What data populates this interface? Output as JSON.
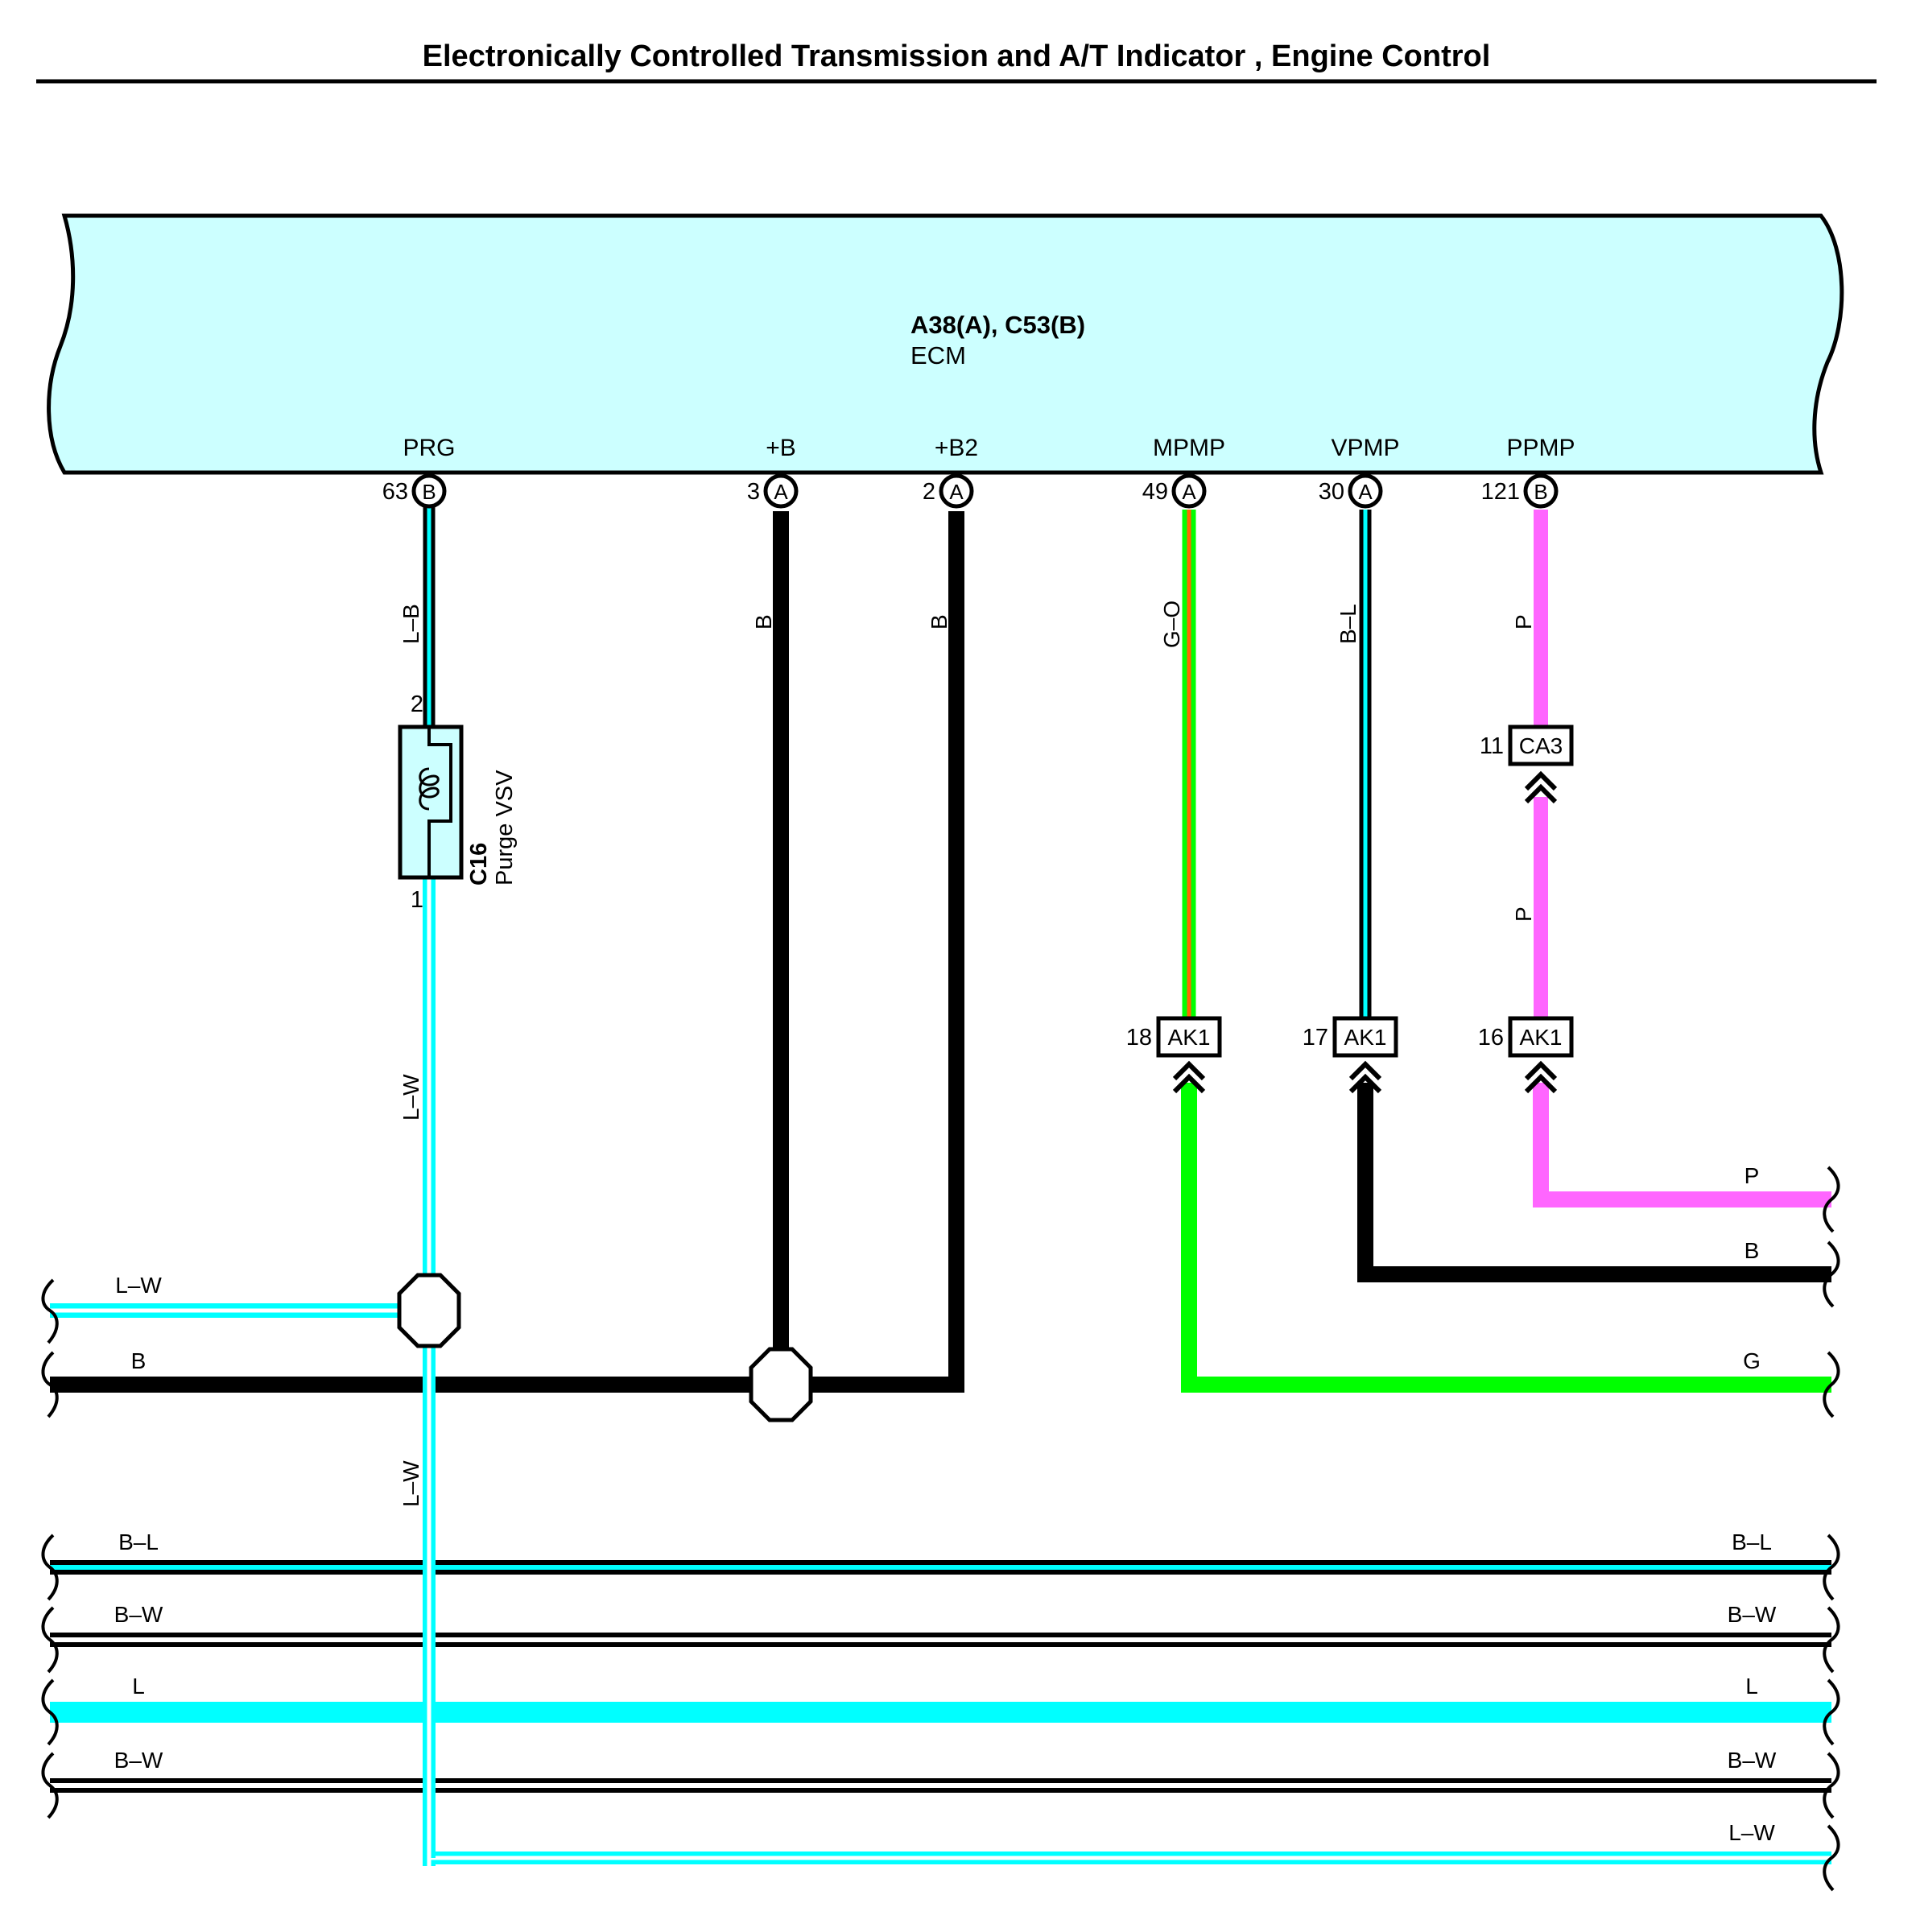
{
  "title": "Electronically Controlled Transmission and A/T Indicator , Engine Control",
  "ecm": {
    "ref": "A38(A), C53(B)",
    "name": "ECM",
    "fill_color": "#ccffff"
  },
  "pins": [
    {
      "id": "prg",
      "label": "PRG",
      "number": "63",
      "connector": "B",
      "wire": "L–B"
    },
    {
      "id": "b",
      "label": "+B",
      "number": "3",
      "connector": "A",
      "wire": "B"
    },
    {
      "id": "b2",
      "label": "+B2",
      "number": "2",
      "connector": "A",
      "wire": "B"
    },
    {
      "id": "mpmp",
      "label": "MPMP",
      "number": "49",
      "connector": "A",
      "wire": "G–O"
    },
    {
      "id": "vpmp",
      "label": "VPMP",
      "number": "30",
      "connector": "A",
      "wire": "B–L"
    },
    {
      "id": "ppmp",
      "label": "PPMP",
      "number": "121",
      "connector": "B",
      "wire": "P"
    }
  ],
  "purge_vsv": {
    "ref": "C16",
    "name": "Purge VSV",
    "pin_top": "2",
    "pin_bottom": "1",
    "wire_below": "L–W"
  },
  "connectors": [
    {
      "id": "ca3",
      "label": "CA3",
      "pin": "11",
      "wire_below": "P"
    },
    {
      "id": "ak1-18",
      "label": "AK1",
      "pin": "18"
    },
    {
      "id": "ak1-17",
      "label": "AK1",
      "pin": "17"
    },
    {
      "id": "ak1-16",
      "label": "AK1",
      "pin": "16"
    }
  ],
  "right_wires": [
    {
      "id": "p",
      "label": "P"
    },
    {
      "id": "b",
      "label": "B"
    },
    {
      "id": "g",
      "label": "G"
    }
  ],
  "left_wires": [
    {
      "id": "lw",
      "label": "L–W"
    },
    {
      "id": "b",
      "label": "B"
    }
  ],
  "vertical_lw_label": "L–W",
  "bus_wires": [
    {
      "id": "bl",
      "label_left": "B–L",
      "label_right": "B–L"
    },
    {
      "id": "bw1",
      "label_left": "B–W",
      "label_right": "B–W"
    },
    {
      "id": "l",
      "label_left": "L",
      "label_right": "L"
    },
    {
      "id": "bw2",
      "label_left": "B–W",
      "label_right": "B–W"
    },
    {
      "id": "lw",
      "label_left": "",
      "label_right": "L–W"
    }
  ],
  "colors": {
    "black": "#000000",
    "cyan": "#00ffff",
    "green": "#00ff00",
    "orange": "#ff6600",
    "pink": "#ff66ff",
    "white": "#ffffff"
  }
}
